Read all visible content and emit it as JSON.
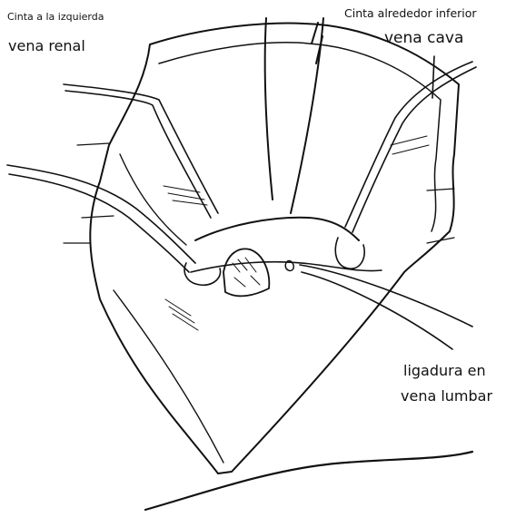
{
  "labels": {
    "left_tape_line1": "Cinta a la izquierda",
    "left_tape_line2": "vena renal",
    "right_tape_line1": "Cinta alrededor inferior",
    "right_tape_line2": "vena cava",
    "ligature_line1": "ligadura en",
    "ligature_line2": "vena lumbar"
  },
  "colors": {
    "ink": "#111111",
    "background": "#ffffff"
  }
}
